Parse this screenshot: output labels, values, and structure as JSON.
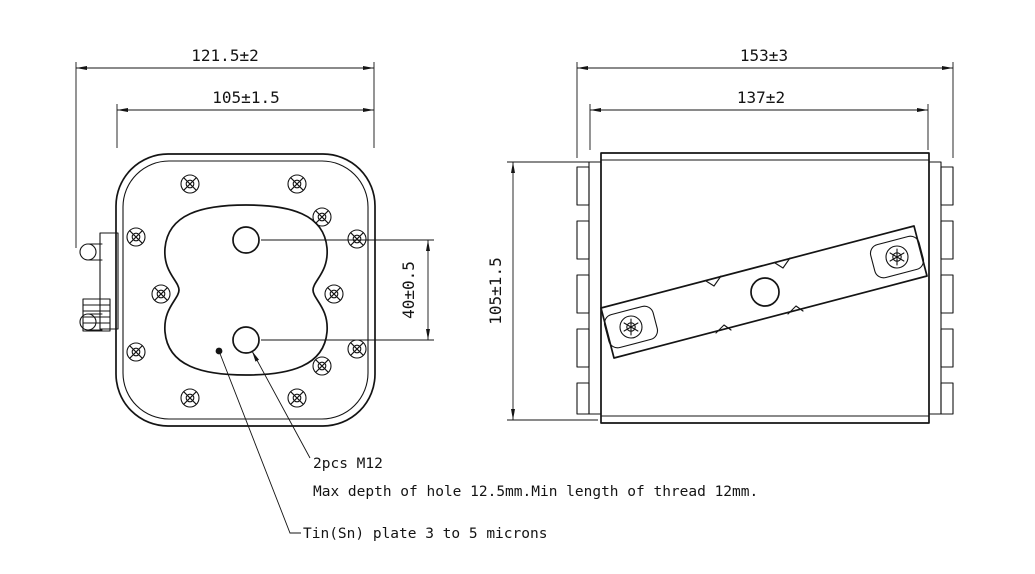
{
  "front_view": {
    "dims": {
      "outer_width": "121.5±2",
      "body_width": "105±1.5",
      "hole_spacing": "40±0.5"
    }
  },
  "side_view": {
    "dims": {
      "outer_width": "153±3",
      "body_width": "137±2",
      "body_height": "105±1.5"
    }
  },
  "notes": {
    "holes_callout": "2pcs M12",
    "holes_detail": "Max depth of hole 12.5mm.Min length of thread 12mm.",
    "plating_callout": "Tin(Sn) plate 3 to 5 microns"
  },
  "colors": {
    "line": "#141414",
    "background": "#ffffff"
  }
}
